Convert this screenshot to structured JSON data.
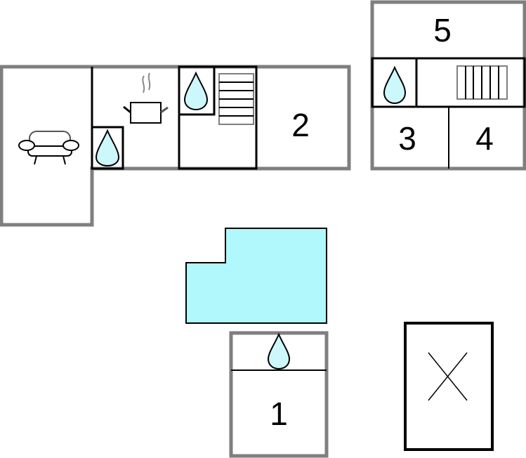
{
  "rooms": {
    "room1": "1",
    "room2": "2",
    "room3": "3",
    "room4": "4",
    "room5": "5"
  },
  "colors": {
    "pool": "#b0f8fc",
    "water_icon": "#cdf8fb",
    "wall": "#7f7f7f"
  },
  "icons": [
    "sofa-icon",
    "cooking-pot-icon",
    "water-drop-icon",
    "stairs-icon",
    "pool",
    "parking-x"
  ]
}
